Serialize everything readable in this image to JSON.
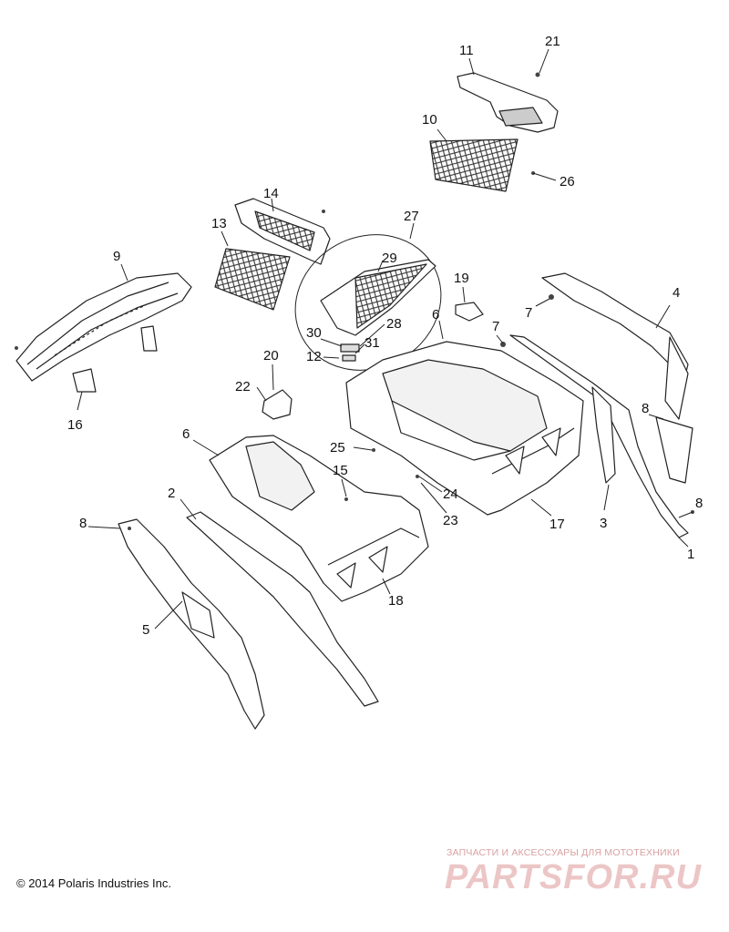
{
  "callouts": [
    "1",
    "2",
    "3",
    "4",
    "5",
    "6",
    "6",
    "7",
    "7",
    "8",
    "8",
    "8",
    "9",
    "10",
    "11",
    "12",
    "13",
    "14",
    "15",
    "16",
    "17",
    "18",
    "19",
    "20",
    "21",
    "22",
    "23",
    "24",
    "25",
    "26",
    "27",
    "28",
    "29",
    "30",
    "31"
  ],
  "footer": {
    "copyright": "© 2014 Polaris Industries Inc."
  },
  "watermark": {
    "subtitle": "ЗАПЧАСТИ И АКСЕССУАРЫ ДЛЯ МОТОТЕХНИКИ",
    "logo": "PARTSFOR.RU"
  }
}
